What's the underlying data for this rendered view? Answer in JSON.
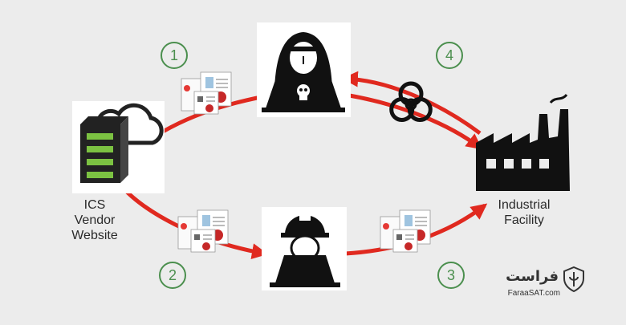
{
  "nodes": {
    "vendor": {
      "label_lines": [
        "ICS",
        "Vendor",
        "Website"
      ]
    },
    "facility": {
      "label_lines": [
        "Industrial",
        "Facility"
      ]
    }
  },
  "steps": [
    "1",
    "2",
    "3",
    "4"
  ],
  "brand": {
    "name": "فراست",
    "domain": "FaraaSAT.com"
  },
  "colors": {
    "arrow": "#e0291f",
    "step": "#4b8f4e",
    "server_bar": "#7cc242",
    "background": "#ececec"
  },
  "icons": [
    "cloud-server-icon",
    "hacker-laptop-icon",
    "engineer-laptop-icon",
    "factory-icon",
    "biohazard-icon",
    "infected-document-icon",
    "shield-icon"
  ]
}
